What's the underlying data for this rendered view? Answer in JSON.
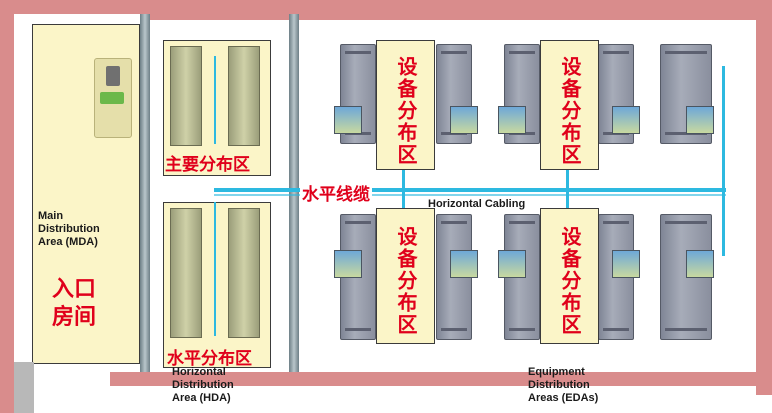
{
  "mda": {
    "label_en": "Main\nDistribution\nArea (MDA)",
    "label_cn": "入口\n房间"
  },
  "hda": {
    "top_label_cn": "主要分布区",
    "bottom_label_cn": "水平分布区",
    "label_en": "Horizontal\nDistribution\nArea (HDA)"
  },
  "cabling": {
    "label_cn": "水平线缆",
    "label_en": "Horizontal Cabling"
  },
  "eda": {
    "zone_label_cn": "设备分布区",
    "label_en": "Equipment\nDistribution\nAreas (EDAs)",
    "zones": [
      {
        "label": "设备分布区"
      },
      {
        "label": "设备分布区"
      },
      {
        "label": "设备分布区"
      },
      {
        "label": "设备分布区"
      }
    ]
  },
  "colors": {
    "wall": "#d98c8c",
    "room_fill": "#fbf5c8",
    "cable": "#2db9e0",
    "label_red": "#e0001b"
  }
}
